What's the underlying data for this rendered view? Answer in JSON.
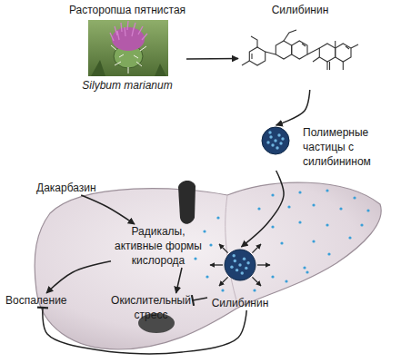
{
  "diagram": {
    "nodes": [
      {
        "text": [
          "Расторопша пятнистая",
          "Silybum marianum"
        ]
      },
      {
        "text": [
          "Силибинин"
        ]
      },
      {
        "text": [
          "Полимерные частицы с силибинином"
        ]
      },
      {
        "text": [
          "Дакарбазин"
        ]
      },
      {
        "text": [
          "Радикалы, активные формы кислорода"
        ]
      },
      {
        "text": [
          "Воспаление"
        ]
      },
      {
        "text": [
          "Окислительный стресс"
        ]
      },
      {
        "text": [
          "Силибинин"
        ]
      }
    ],
    "edges": [
      {
        "from": 0,
        "to": 1,
        "arrow": "to"
      },
      {
        "from": 1,
        "to": 2,
        "arrow": "to"
      },
      {
        "from": 2,
        "to": 7,
        "arrow": "to"
      },
      {
        "from": 3,
        "to": 4,
        "arrow": "to"
      },
      {
        "from": 4,
        "to": 5,
        "arrow": "to"
      },
      {
        "from": 4,
        "to": 6,
        "arrow": "to"
      },
      {
        "from": 7,
        "to": 6,
        "arrow": "to"
      },
      {
        "from": 7,
        "to": 5,
        "arrow": "to"
      }
    ]
  }
}
